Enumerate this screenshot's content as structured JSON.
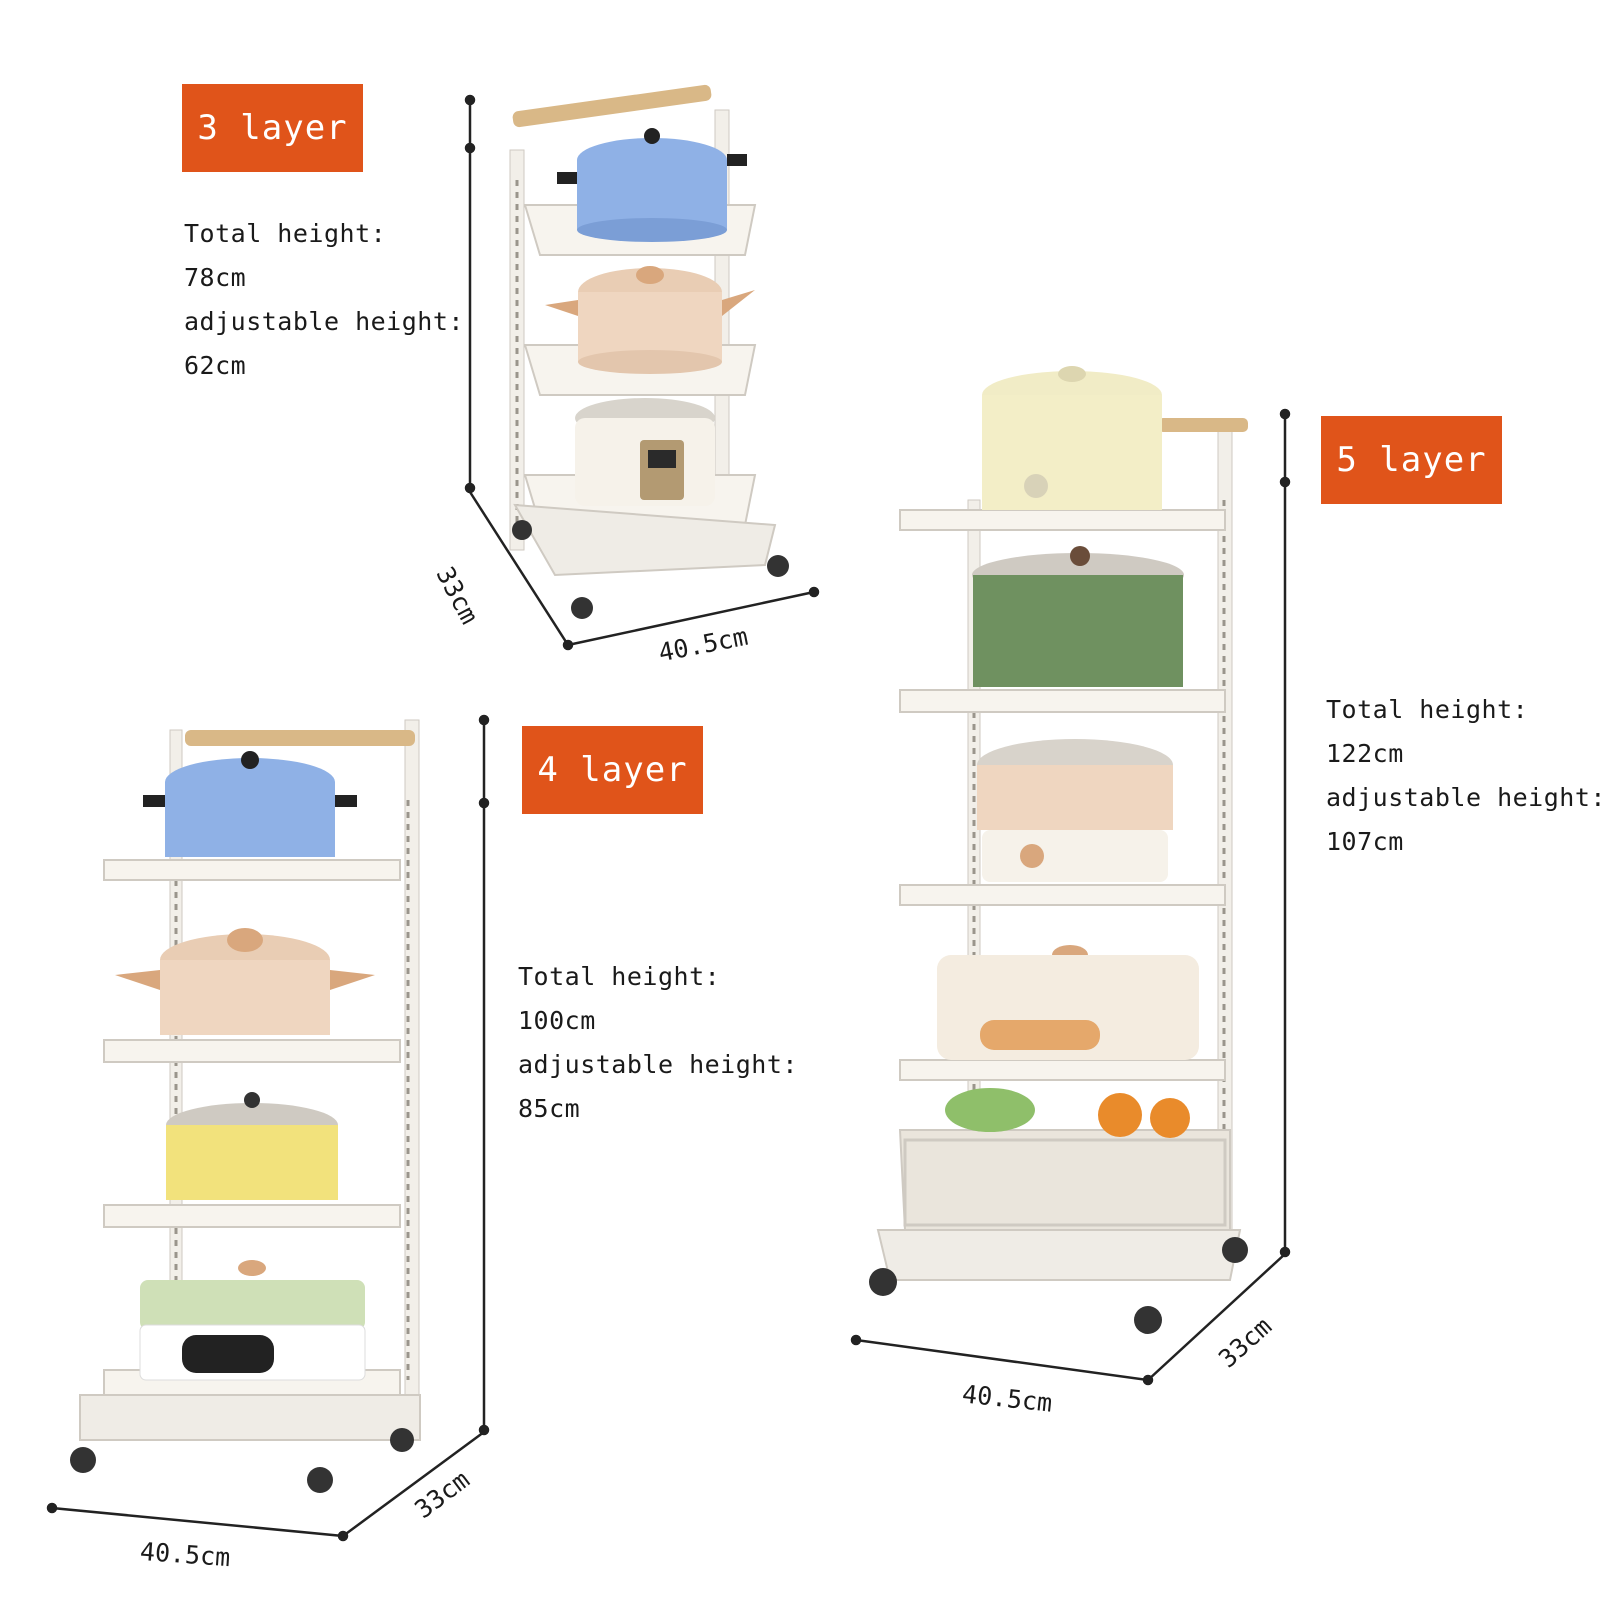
{
  "colors": {
    "badge": "#e0541a",
    "badge_text": "#ffffff",
    "rack": "#f3f0ea",
    "shelf": "#f7f4ee",
    "wood": "#d9b887",
    "dimension_line": "#222222"
  },
  "racks": [
    {
      "id": "three",
      "badge": "3 layer",
      "specs": [
        "Total height:",
        "78cm",
        "adjustable height:",
        "62cm"
      ],
      "depth": "33cm",
      "width": "40.5cm"
    },
    {
      "id": "four",
      "badge": "4 layer",
      "specs": [
        "Total height:",
        "100cm",
        "adjustable height:",
        "85cm"
      ],
      "depth": "33cm",
      "width": "40.5cm"
    },
    {
      "id": "five",
      "badge": "5 layer",
      "specs": [
        "Total height:",
        "122cm",
        "adjustable height:",
        "107cm"
      ],
      "depth": "33cm",
      "width": "40.5cm"
    }
  ]
}
